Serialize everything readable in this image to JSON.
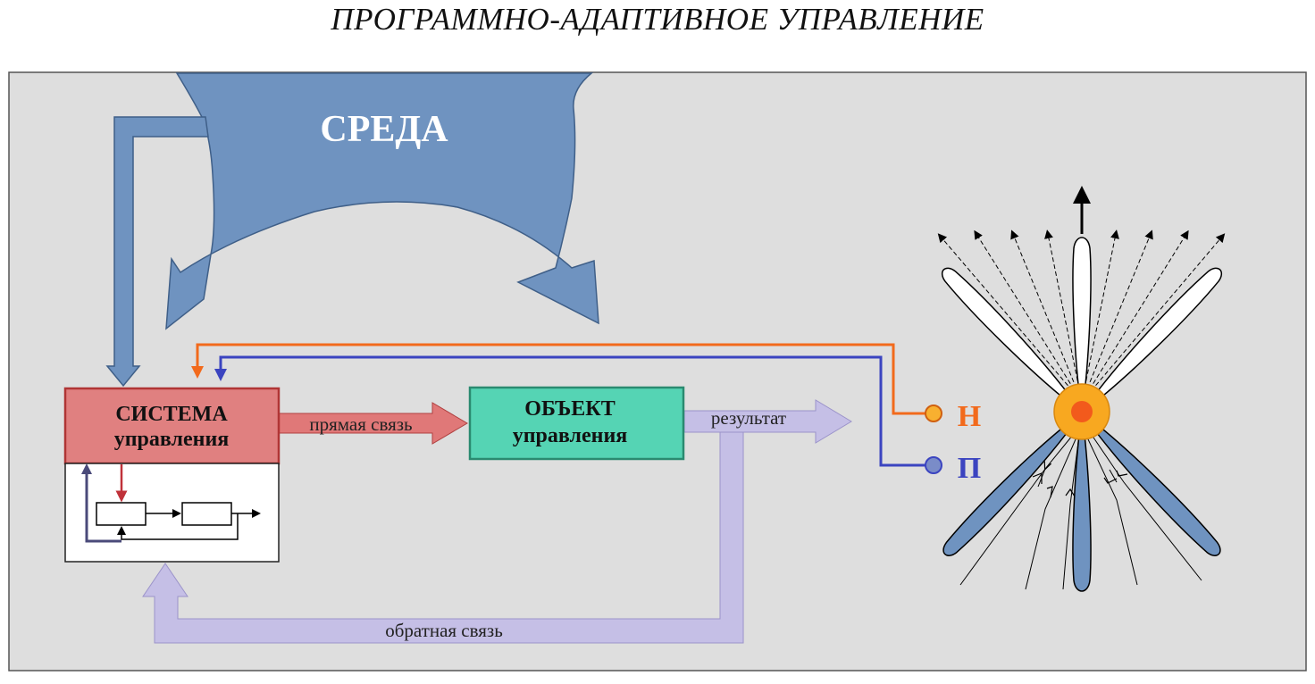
{
  "title": "ПРОГРАММНО-АДАПТИВНОЕ УПРАВЛЕНИЕ",
  "environment": {
    "label": "СРЕДА"
  },
  "control_system": {
    "line1": "СИСТЕМА",
    "line2": "управления"
  },
  "control_object": {
    "line1": "ОБЪЕКТ",
    "line2": "управления"
  },
  "arrows": {
    "direct": "прямая связь",
    "result": "результат",
    "feedback": "обратная связь"
  },
  "terminals": {
    "n": "Н",
    "p": "П"
  },
  "colors": {
    "background_panel": "#dedede",
    "environment": "#6f93c0",
    "control_system": "#e08080",
    "control_object": "#55d4b4",
    "direct_arrow": "#e07878",
    "result_feedback": "#c5bfe6",
    "n_line": "#f26a1c",
    "p_line": "#3b44c0",
    "blade": "#6f93c0",
    "center_outer": "#f8a820",
    "center_inner": "#f25a1c"
  }
}
